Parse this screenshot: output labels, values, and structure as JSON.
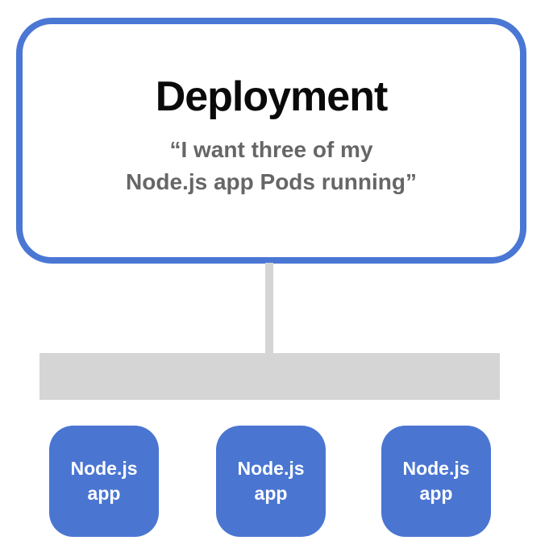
{
  "deployment": {
    "title": "Deployment",
    "quote_line1": "“I want three of my",
    "quote_line2": "Node.js app Pods running”"
  },
  "pods": [
    {
      "name_line1": "Node.js",
      "name_line2": "app"
    },
    {
      "name_line1": "Node.js",
      "name_line2": "app"
    },
    {
      "name_line1": "Node.js",
      "name_line2": "app"
    }
  ],
  "colors": {
    "deployment_border_blue": "#4a77d4",
    "pod_blue": "#4a76d2",
    "connector_gray": "#d5d5d5",
    "quote_gray": "#666666",
    "title_black": "#0a0a0a",
    "pod_text_white": "#ffffff",
    "background": "#ffffff"
  }
}
